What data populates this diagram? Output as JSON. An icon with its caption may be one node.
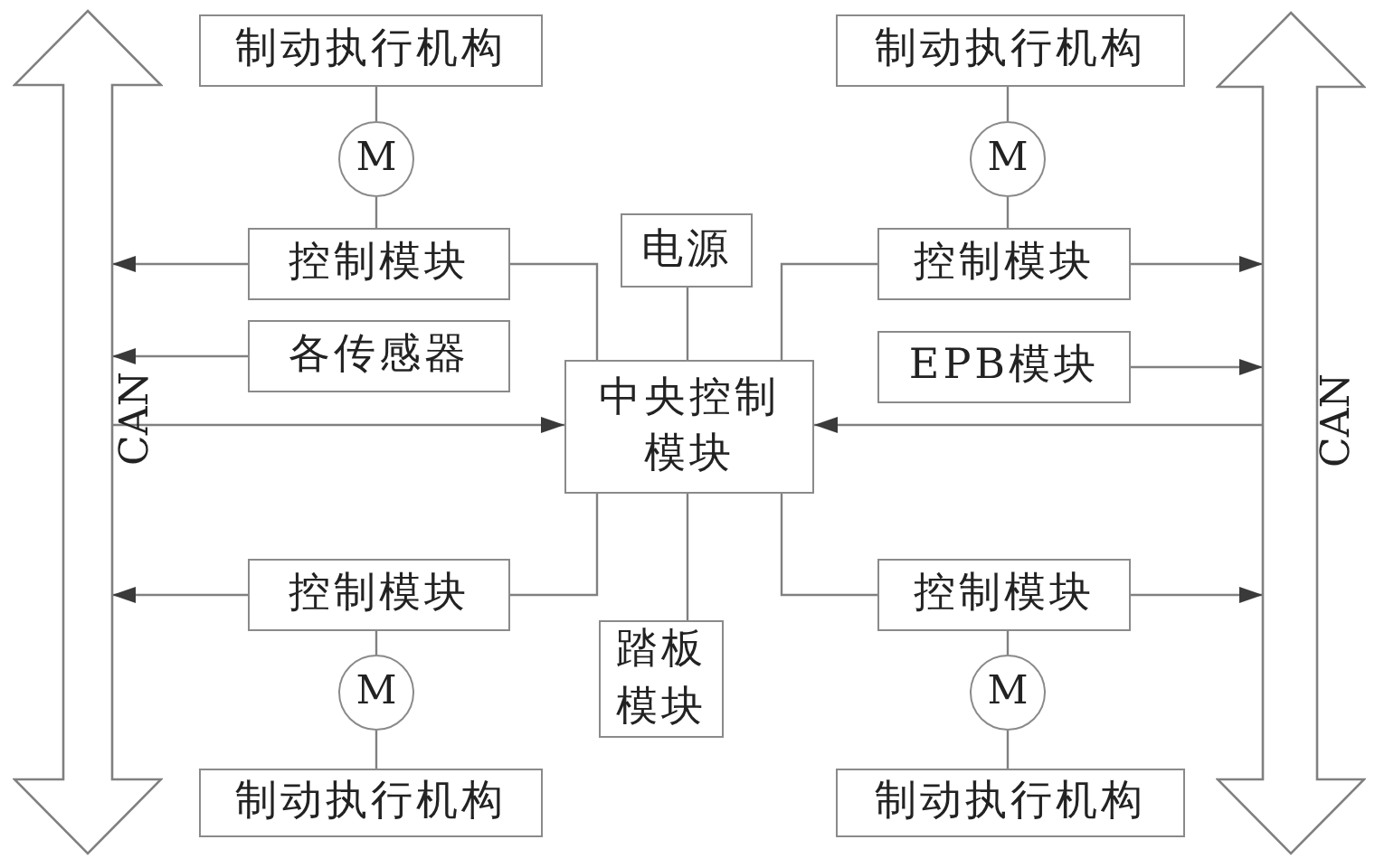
{
  "diagram": {
    "nodes": [
      {
        "text": [
          "制动执行机构"
        ]
      },
      {
        "text": [
          "M"
        ]
      },
      {
        "text": [
          "控制模块"
        ]
      },
      {
        "text": [
          "电源"
        ]
      },
      {
        "text": [
          "制动执行机构"
        ]
      },
      {
        "text": [
          "M"
        ]
      },
      {
        "text": [
          "控制模块"
        ]
      },
      {
        "text": [
          "各传感器"
        ]
      },
      {
        "text": [
          "中央控制模块"
        ]
      },
      {
        "text": [
          "EPB模块"
        ]
      },
      {
        "text": [
          "控制模块"
        ]
      },
      {
        "text": [
          "踏板模块"
        ]
      },
      {
        "text": [
          "控制模块"
        ]
      },
      {
        "text": [
          "M"
        ]
      },
      {
        "text": [
          "M"
        ]
      },
      {
        "text": [
          "制动执行机构"
        ]
      },
      {
        "text": [
          "制动执行机构"
        ]
      },
      {
        "text": [
          "CAN"
        ]
      },
      {
        "text": [
          "CAN"
        ]
      }
    ],
    "edges": [
      {
        "from": 0,
        "to": 1,
        "arrow": "none"
      },
      {
        "from": 1,
        "to": 2,
        "arrow": "none"
      },
      {
        "from": 2,
        "to": 17,
        "arrow": "to"
      },
      {
        "from": 7,
        "to": 17,
        "arrow": "to"
      },
      {
        "from": 17,
        "to": 8,
        "arrow": "to"
      },
      {
        "from": 18,
        "to": 8,
        "arrow": "to"
      },
      {
        "from": 6,
        "to": 18,
        "arrow": "to"
      },
      {
        "from": 9,
        "to": 18,
        "arrow": "to"
      },
      {
        "from": 10,
        "to": 17,
        "arrow": "to"
      },
      {
        "from": 12,
        "to": 18,
        "arrow": "to"
      },
      {
        "from": 3,
        "to": 8,
        "arrow": "none"
      },
      {
        "from": 2,
        "to": 8,
        "arrow": "none"
      },
      {
        "from": 6,
        "to": 8,
        "arrow": "none"
      },
      {
        "from": 10,
        "to": 8,
        "arrow": "none"
      },
      {
        "from": 12,
        "to": 8,
        "arrow": "none"
      },
      {
        "from": 11,
        "to": 8,
        "arrow": "none"
      },
      {
        "from": 10,
        "to": 13,
        "arrow": "none"
      },
      {
        "from": 13,
        "to": 15,
        "arrow": "none"
      },
      {
        "from": 12,
        "to": 14,
        "arrow": "none"
      },
      {
        "from": 14,
        "to": 16,
        "arrow": "none"
      },
      {
        "from": 4,
        "to": 5,
        "arrow": "none"
      },
      {
        "from": 5,
        "to": 6,
        "arrow": "none"
      }
    ]
  }
}
